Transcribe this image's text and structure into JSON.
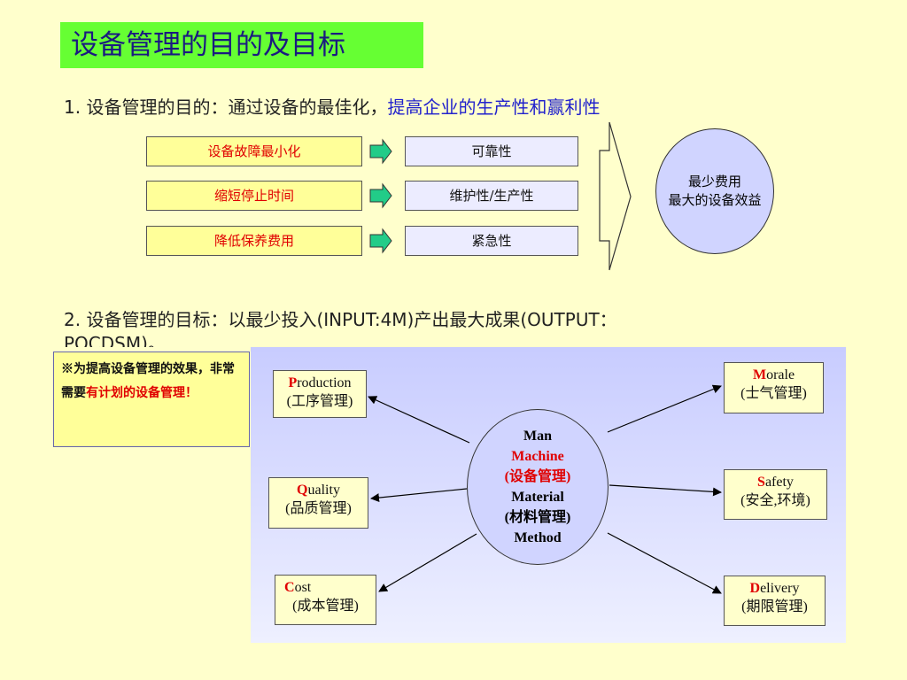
{
  "title": "设备管理的目的及目标",
  "section1": {
    "number": "1.",
    "label": "设备管理的目的：",
    "text": "通过设备的最佳化，",
    "highlight": "提高企业的生产性和赢利性"
  },
  "flow": {
    "rows": [
      {
        "cause": "设备故障最小化",
        "result": "可靠性"
      },
      {
        "cause": "缩短停止时间",
        "result": "维护性/生产性"
      },
      {
        "cause": "降低保养费用",
        "result": "紧急性"
      }
    ],
    "goal_lines": [
      "最少费用",
      "最大的设备效益"
    ]
  },
  "section2": {
    "number": "2.",
    "label": "设备管理的目标：",
    "text_line1": "以最少投入(INPUT:4M)产出最大成果(OUTPUT：",
    "text_line2": "PQCDSM)。"
  },
  "note": {
    "text_a": "※为提高设备管理的效果，非常需要",
    "text_red": "有计划的设备管理！"
  },
  "inputs": {
    "man": "Man",
    "machine": "Machine",
    "machine_cn": "(设备管理)",
    "material": "Material",
    "material_cn": "(材料管理)",
    "method": "Method"
  },
  "outputs": {
    "production": {
      "initial": "P",
      "rest": "roduction",
      "cn": "(工序管理)"
    },
    "quality": {
      "initial": "Q",
      "rest": "uality",
      "cn": "(品质管理)"
    },
    "cost": {
      "initial": "C",
      "rest": "ost",
      "cn": "(成本管理)"
    },
    "morale": {
      "initial": "M",
      "rest": "orale",
      "cn": "(士气管理)"
    },
    "safety": {
      "initial": "S",
      "rest": "afety",
      "cn": "(安全,环境)"
    },
    "delivery": {
      "initial": "D",
      "rest": "elivery",
      "cn": "(期限管理)"
    }
  },
  "colors": {
    "title_bg": "#66ff33",
    "accent_red": "#e00000",
    "highlight_blue": "#2222cc",
    "arrow_green": "#22cc88"
  }
}
